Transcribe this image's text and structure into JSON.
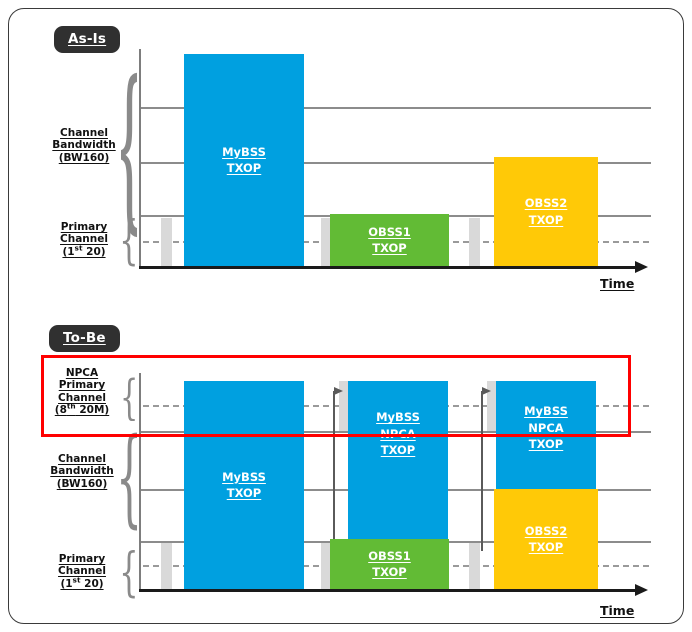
{
  "slide": {
    "sections": [
      {
        "badge": "As-Is",
        "row_labels": [
          {
            "lines": [
              "Channel",
              "Bandwidth",
              "(BW160)"
            ],
            "sup": null
          },
          {
            "lines": [
              "Primary",
              "Channel",
              "(1st 20)"
            ],
            "sup": "st"
          }
        ],
        "blocks": [
          {
            "label": [
              "MyBSS",
              "TXOP"
            ],
            "color": "#00a0e0",
            "owner": "MyBSS"
          },
          {
            "label": [
              "OBSS1",
              "TXOP"
            ],
            "color": "#62bb35",
            "owner": "OBSS1"
          },
          {
            "label": [
              "OBSS2",
              "TXOP"
            ],
            "color": "#ffc907",
            "owner": "OBSS2"
          }
        ],
        "axis_label": "Time"
      },
      {
        "badge": "To-Be",
        "row_labels": [
          {
            "lines": [
              "NPCA",
              "Primary",
              "Channel",
              "(8th 20M)"
            ],
            "sup": "th"
          },
          {
            "lines": [
              "Channel",
              "Bandwidth",
              "(BW160)"
            ],
            "sup": null
          },
          {
            "lines": [
              "Primary",
              "Channel",
              "(1st 20)"
            ],
            "sup": "st"
          }
        ],
        "blocks": [
          {
            "label": [
              "MyBSS",
              "TXOP"
            ],
            "color": "#00a0e0",
            "owner": "MyBSS"
          },
          {
            "label": [
              "MyBSS",
              "NPCA",
              "TXOP"
            ],
            "color": "#00a0e0",
            "owner": "MyBSS-NPCA"
          },
          {
            "label": [
              "OBSS1",
              "TXOP"
            ],
            "color": "#62bb35",
            "owner": "OBSS1"
          },
          {
            "label": [
              "MyBSS",
              "NPCA",
              "TXOP"
            ],
            "color": "#00a0e0",
            "owner": "MyBSS-NPCA"
          },
          {
            "label": [
              "OBSS2",
              "TXOP"
            ],
            "color": "#ffc907",
            "owner": "OBSS2"
          }
        ],
        "axis_label": "Time"
      }
    ],
    "colors": {
      "mybss": "#00a0e0",
      "obss1": "#62bb35",
      "obss2": "#ffc907",
      "busy": "#d9d9d9",
      "highlight": "#ff0000",
      "badge_bg": "#303030",
      "axis": "#1a1a1a",
      "grid": "#8c8c8c"
    }
  }
}
